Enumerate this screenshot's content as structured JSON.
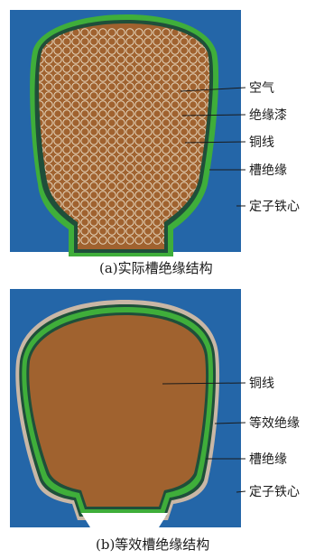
{
  "panel_a": {
    "labels": {
      "air": "空气",
      "insulating_varnish": "绝缘漆",
      "copper_wire": "铜线",
      "slot_insulation": "槽绝缘",
      "stator_core": "定子铁心"
    },
    "caption": "(a)实际槽绝缘结构"
  },
  "panel_b": {
    "labels": {
      "copper_wire": "铜线",
      "equivalent_insulation": "等效绝缘",
      "slot_insulation": "槽绝缘",
      "stator_core": "定子铁心"
    },
    "caption": "(b)等效槽绝缘结构"
  },
  "colors": {
    "stator_core": "#2466a8",
    "slot_insulation": "#3fae3a",
    "copper": "#a0622f",
    "conductor_outline": "#e6d6bd",
    "slot_opening": "#ffffff",
    "equivalent_insulation": "#c9b7a6"
  }
}
